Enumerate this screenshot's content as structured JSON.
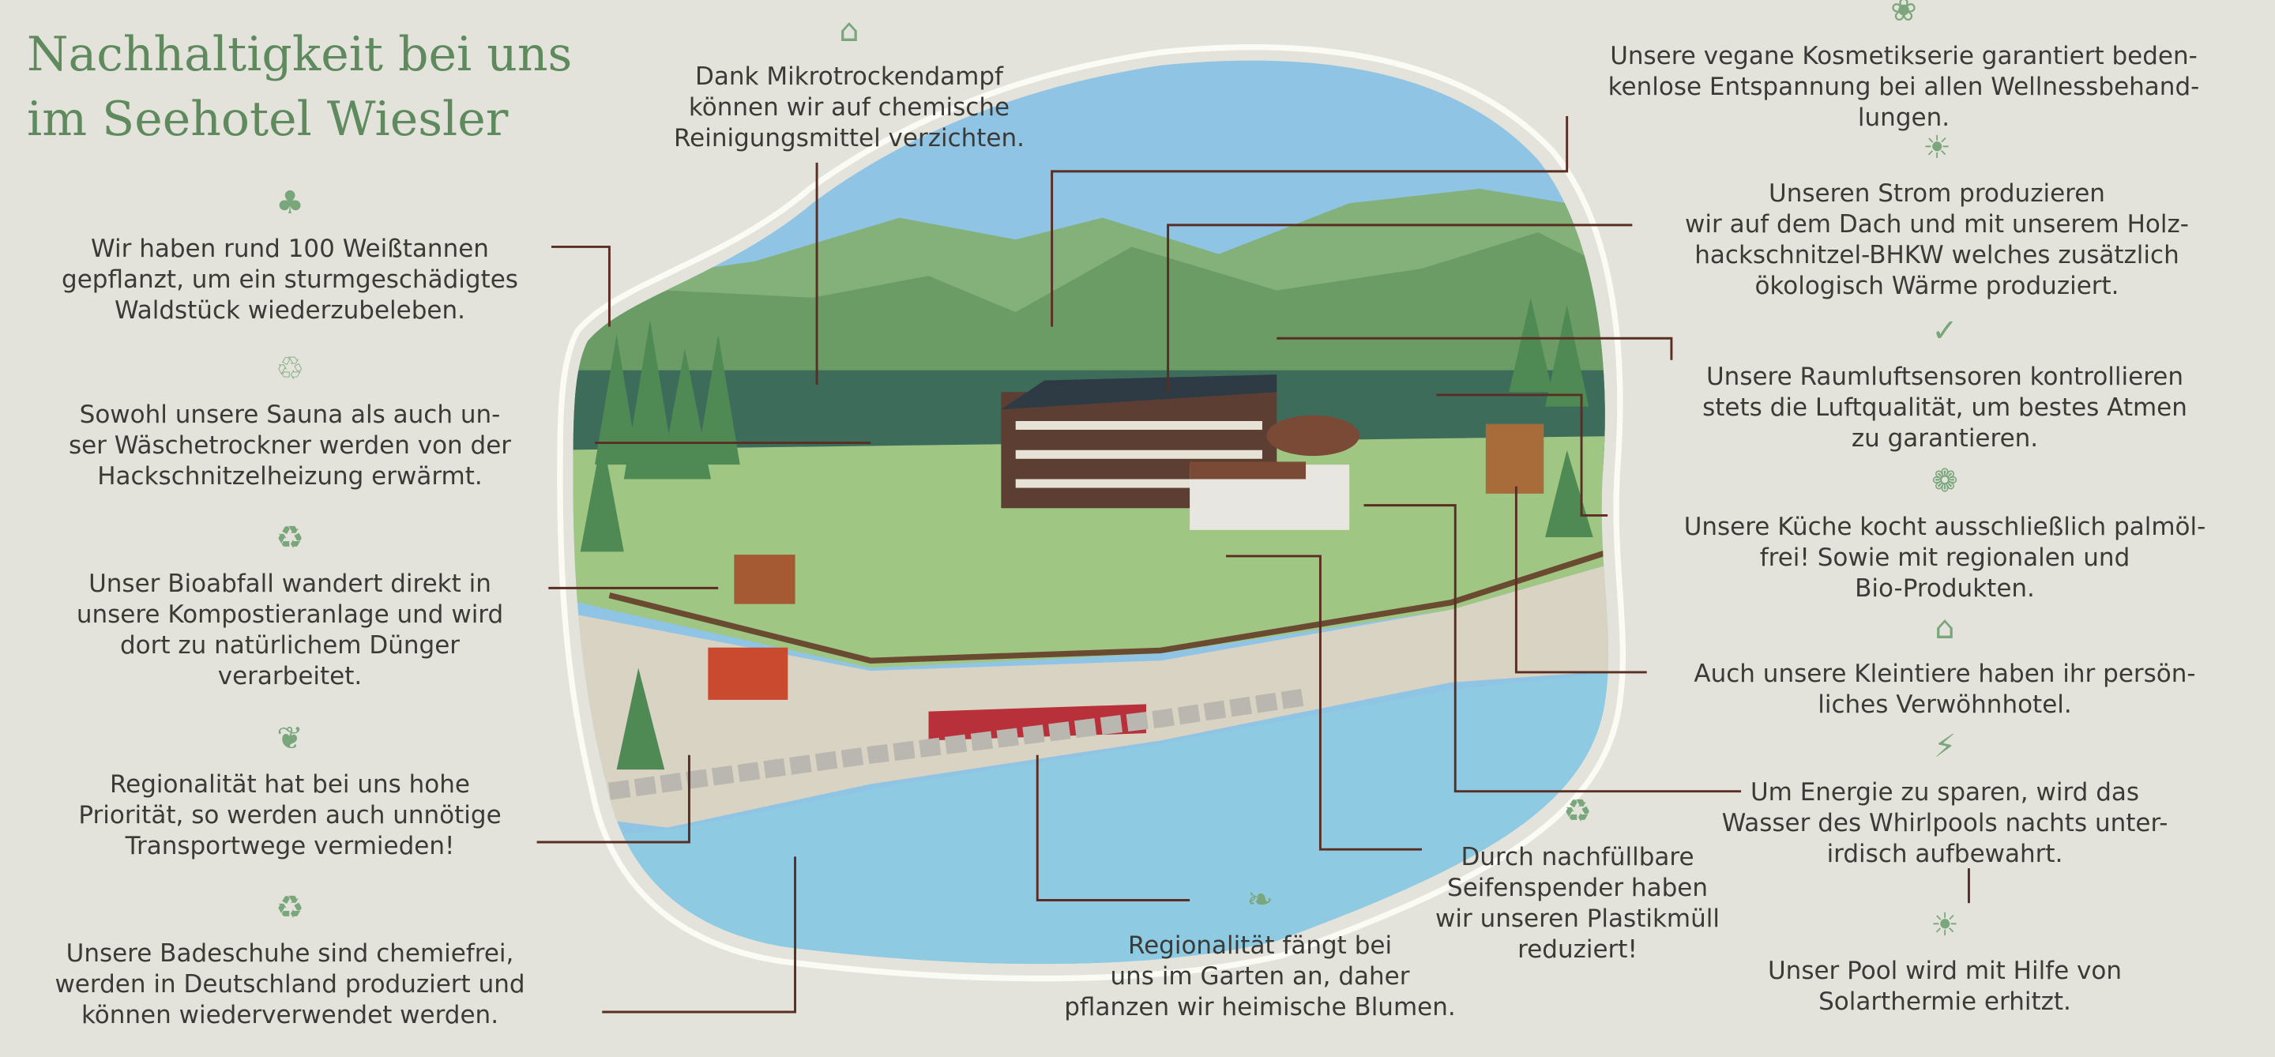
{
  "title": [
    "Nachhaltigkeit bei uns",
    "im Seehotel Wiesler"
  ],
  "colors": {
    "title": "#5e8a5d",
    "icon": "#79a67b",
    "leader": "#5a2e22",
    "background": "#e3e3db"
  },
  "notes": {
    "trees": {
      "icon": "tree-icon",
      "lines": [
        "Wir haben rund 100 Weißtannen",
        "gepflanzt, um ein sturmgeschädigtes",
        "Waldstück wiederzubeleben."
      ]
    },
    "sauna": {
      "icon": "recycle-drop-icon",
      "lines": [
        "Sowohl unsere Sauna als auch un-",
        "ser Wäschetrockner werden von der",
        "Hackschnitzelheizung erwärmt."
      ]
    },
    "bio": {
      "icon": "compost-bin-icon",
      "lines": [
        "Unser Bioabfall wandert direkt in",
        "unsere Kompostieranlage und wird",
        "dort zu natürlichem Dünger",
        "verarbeitet."
      ]
    },
    "regional": {
      "icon": "eco-tag-icon",
      "lines": [
        "Regionalität hat bei uns hohe",
        "Priorität, so werden auch unnötige",
        "Transportwege vermieden!"
      ]
    },
    "shoes": {
      "icon": "recycle-leaf-icon",
      "lines": [
        "Unsere Badeschuhe sind chemiefrei,",
        "werden in Deutschland produziert und",
        "können wiederverwendet werden."
      ]
    },
    "steam": {
      "icon": "factory-icon",
      "lines": [
        "Dank Mikrotrockendampf",
        "können wir auf chemische",
        "Reinigungsmittel verzichten."
      ]
    },
    "cosmetics": {
      "icon": "eco-globe-icon",
      "lines": [
        "Unsere vegane Kosmetikserie garantiert beden-",
        "kenlose Entspannung bei allen Wellnessbehand-",
        "lungen."
      ]
    },
    "power": {
      "icon": "eco-bulb-icon",
      "lines": [
        "Unseren Strom produzieren",
        "wir auf dem Dach und mit unserem Holz-",
        "hackschnitzel-BHKW welches zusätzlich",
        "ökologisch Wärme produziert."
      ]
    },
    "air": {
      "icon": "leaf-check-icon",
      "lines": [
        "Unsere Raumluftsensoren kontrollieren",
        "stets die Luftqualität, um bestes Atmen",
        "zu garantieren."
      ]
    },
    "kitchen": {
      "icon": "eco-globe-hand-icon",
      "lines": [
        "Unsere Küche kocht ausschließlich palmöl-",
        "frei! Sowie mit regionalen und",
        "Bio-Produkten."
      ]
    },
    "animals": {
      "icon": "eco-house-icon",
      "lines": [
        "Auch unsere Kleintiere haben ihr persön-",
        "liches Verwöhnhotel."
      ]
    },
    "energy": {
      "icon": "eco-plug-icon",
      "lines": [
        "Um Energie zu sparen, wird das",
        "Wasser des Whirlpools nachts unter-",
        "irdisch aufbewahrt."
      ]
    },
    "solar": {
      "icon": "solar-sun-icon",
      "lines": [
        "Unser Pool wird mit Hilfe von",
        "Solarthermie erhitzt."
      ]
    },
    "soap": {
      "icon": "recycle-icon",
      "lines": [
        "Durch nachfüllbare",
        "Seifenspender haben",
        "wir unseren Plastikmüll",
        "reduziert!"
      ]
    },
    "garden": {
      "icon": "plant-hand-icon",
      "lines": [
        "Regionalität fängt bei",
        "uns im Garten an, daher",
        "pflanzen wir heimische Blumen."
      ]
    }
  }
}
